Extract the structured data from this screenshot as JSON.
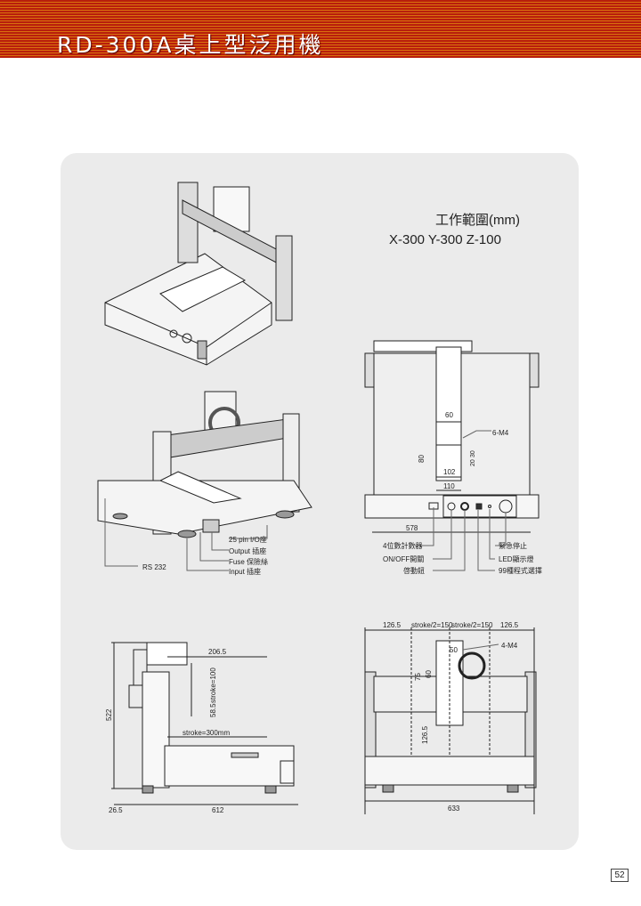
{
  "header": {
    "title": "RD-300A桌上型泛用機"
  },
  "work_range": {
    "title": "工作範圍(mm)",
    "values": "X-300  Y-300  Z-100"
  },
  "rear_callouts": {
    "io": "25 pin I/O座",
    "output": "Output 插座",
    "fuse": "Fuse 保險絲",
    "input": "Input 插座",
    "rs232": "RS 232"
  },
  "front_view": {
    "dim_60": "60",
    "dim_6m4": "6-M4",
    "dim_80": "80",
    "dim_30": "30",
    "dim_20": "20",
    "dim_102": "102",
    "dim_110": "110",
    "dim_578": "578",
    "callouts": {
      "counter": "4位數計數器",
      "onoff": "ON/OFF開關",
      "start": "啓動鈕",
      "estop": "緊急停止",
      "led": "LED顯示燈",
      "program": "99種程式選擇"
    }
  },
  "side_view": {
    "dim_2065": "206.5",
    "stroke100": "stroke=100",
    "dim_585": "58.5",
    "stroke300": "stroke=300mm",
    "dim_522": "522",
    "dim_265": "26.5",
    "dim_612": "612"
  },
  "back_view": {
    "dim_a": "126.5",
    "dim_b": "stroke/2=150",
    "dim_c": "stroke/2=150",
    "dim_d": "126.5",
    "dim_50": "50",
    "dim_4m4": "4-M4",
    "dim_75": "75",
    "dim_60": "60",
    "dim_1265v": "126.5",
    "dim_633": "633"
  },
  "page_number": "52"
}
